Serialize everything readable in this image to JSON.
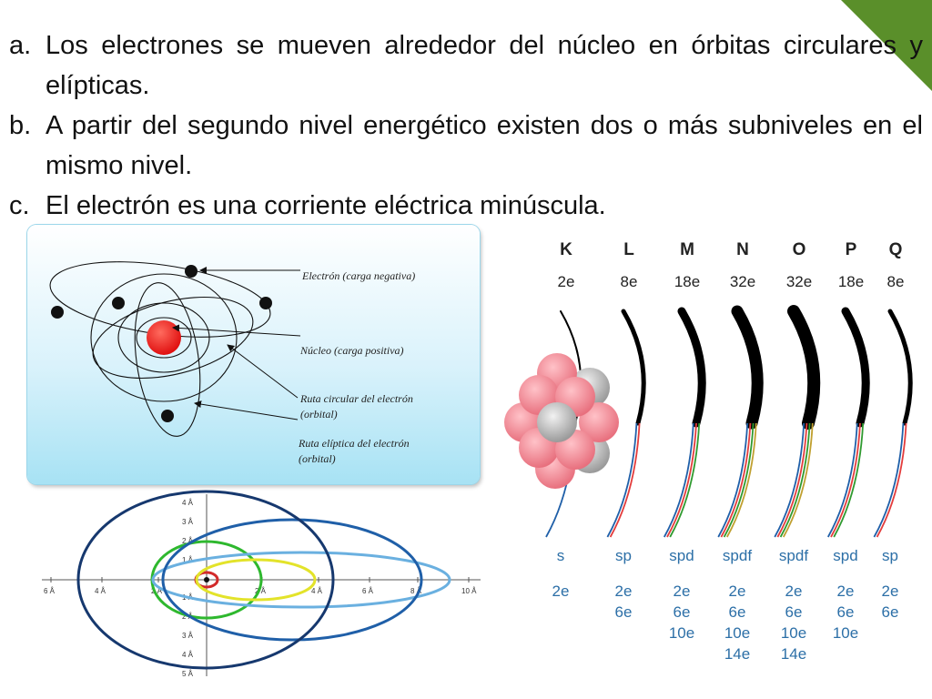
{
  "bullets": [
    {
      "marker": "a.",
      "text": "Los electrones se mueven alrededor del núcleo en órbitas circulares y elípticas."
    },
    {
      "marker": "b.",
      "text": "A partir del segundo nivel energético existen dos o más subniveles en el mismo nivel."
    },
    {
      "marker": "c.",
      "text": "El electrón es una corriente eléctrica minúscula."
    }
  ],
  "atom_diagram": {
    "labels": {
      "electron": "Electrón (carga negativa)",
      "nucleus": "Núcleo (carga  positiva)",
      "circular_line1": "Ruta circular del electrón",
      "circular_line2": " (orbital)",
      "elliptic_line1": "Ruta elíptica del electrón",
      "elliptic_line2": "(orbital)"
    }
  },
  "shells": [
    {
      "letter": "K",
      "capacity": "2e",
      "subshells": "s",
      "electrons": [
        "2e"
      ]
    },
    {
      "letter": "L",
      "capacity": "8e",
      "subshells": "sp",
      "electrons": [
        "2e",
        "6e"
      ]
    },
    {
      "letter": "M",
      "capacity": "18e",
      "subshells": "spd",
      "electrons": [
        "2e",
        "6e",
        "10e"
      ]
    },
    {
      "letter": "N",
      "capacity": "32e",
      "subshells": "spdf",
      "electrons": [
        "2e",
        "6e",
        "10e",
        "14e"
      ]
    },
    {
      "letter": "O",
      "capacity": "32e",
      "subshells": "spdf",
      "electrons": [
        "2e",
        "6e",
        "10e",
        "14e"
      ]
    },
    {
      "letter": "P",
      "capacity": "18e",
      "subshells": "spd",
      "electrons": [
        "2e",
        "6e",
        "10e"
      ]
    },
    {
      "letter": "Q",
      "capacity": "8e",
      "subshells": "sp",
      "electrons": [
        "2e",
        "6e"
      ]
    }
  ],
  "orbit_plot": {
    "x_ticks": [
      "6 Å",
      "4 Å",
      "2 Å",
      "2 Å",
      "4 Å",
      "6 Å",
      "8 Å",
      "10 Å"
    ],
    "y_ticks_up": [
      "4 Å",
      "3 Å",
      "2 Å",
      "1 Å"
    ],
    "y_ticks_down": [
      "1 Å",
      "2 Å",
      "3 Å",
      "4 Å",
      "5 Å"
    ],
    "colors": [
      "#d22a2a",
      "#2eb82e",
      "#e3e32a",
      "#1f5fa8",
      "#16386e",
      "#6ab0e0"
    ]
  }
}
